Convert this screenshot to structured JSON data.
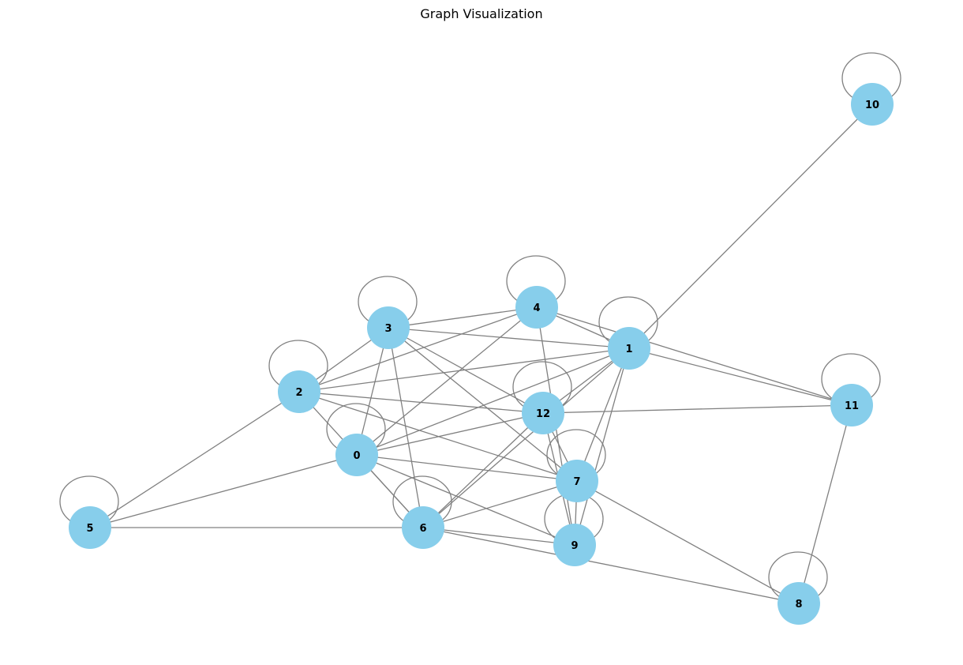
{
  "title": "Graph Visualization",
  "colors": {
    "node": "#87ceeb",
    "edge": "#808080",
    "label": "#000000"
  },
  "nodes": [
    {
      "id": "0",
      "label": "0"
    },
    {
      "id": "1",
      "label": "1"
    },
    {
      "id": "2",
      "label": "2"
    },
    {
      "id": "3",
      "label": "3"
    },
    {
      "id": "4",
      "label": "4"
    },
    {
      "id": "5",
      "label": "5"
    },
    {
      "id": "6",
      "label": "6"
    },
    {
      "id": "7",
      "label": "7"
    },
    {
      "id": "8",
      "label": "8"
    },
    {
      "id": "9",
      "label": "9"
    },
    {
      "id": "10",
      "label": "10"
    },
    {
      "id": "11",
      "label": "11"
    },
    {
      "id": "12",
      "label": "12"
    }
  ],
  "self_loops": [
    "10",
    "4",
    "3",
    "1",
    "2",
    "12",
    "0",
    "7",
    "5",
    "6",
    "9",
    "11",
    "8"
  ],
  "edges": [
    [
      "10",
      "1"
    ],
    [
      "3",
      "4"
    ],
    [
      "3",
      "1"
    ],
    [
      "3",
      "2"
    ],
    [
      "3",
      "0"
    ],
    [
      "3",
      "6"
    ],
    [
      "3",
      "7"
    ],
    [
      "3",
      "12"
    ],
    [
      "4",
      "1"
    ],
    [
      "4",
      "2"
    ],
    [
      "4",
      "0"
    ],
    [
      "4",
      "11"
    ],
    [
      "4",
      "9"
    ],
    [
      "1",
      "2"
    ],
    [
      "1",
      "12"
    ],
    [
      "1",
      "11"
    ],
    [
      "1",
      "0"
    ],
    [
      "1",
      "6"
    ],
    [
      "1",
      "7"
    ],
    [
      "1",
      "9"
    ],
    [
      "2",
      "12"
    ],
    [
      "2",
      "5"
    ],
    [
      "2",
      "6"
    ],
    [
      "2",
      "7"
    ],
    [
      "12",
      "0"
    ],
    [
      "12",
      "11"
    ],
    [
      "12",
      "6"
    ],
    [
      "12",
      "7"
    ],
    [
      "12",
      "9"
    ],
    [
      "0",
      "5"
    ],
    [
      "0",
      "7"
    ],
    [
      "0",
      "6"
    ],
    [
      "0",
      "9"
    ],
    [
      "7",
      "6"
    ],
    [
      "7",
      "9"
    ],
    [
      "7",
      "8"
    ],
    [
      "5",
      "6"
    ],
    [
      "6",
      "9"
    ],
    [
      "6",
      "8"
    ],
    [
      "11",
      "8"
    ]
  ]
}
